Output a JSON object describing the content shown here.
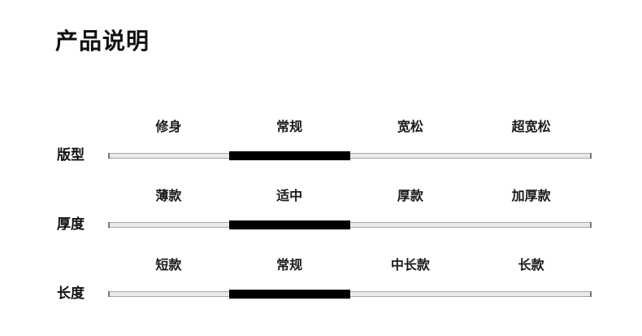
{
  "page": {
    "title": "产品说明",
    "background_color": "#ffffff",
    "text_color": "#111111",
    "track_color": "#e9e9e9",
    "track_border_color": "#a9a9a9",
    "selected_color": "#000000"
  },
  "specs": [
    {
      "label": "版型",
      "options": [
        "修身",
        "常规",
        "宽松",
        "超宽松"
      ],
      "selected_index": 1,
      "selected_label": "常规"
    },
    {
      "label": "厚度",
      "options": [
        "薄款",
        "适中",
        "厚款",
        "加厚款"
      ],
      "selected_index": 1,
      "selected_label": "适中"
    },
    {
      "label": "长度",
      "options": [
        "短款",
        "常规",
        "中长款",
        "长款"
      ],
      "selected_index": 1,
      "selected_label": "常规"
    }
  ]
}
